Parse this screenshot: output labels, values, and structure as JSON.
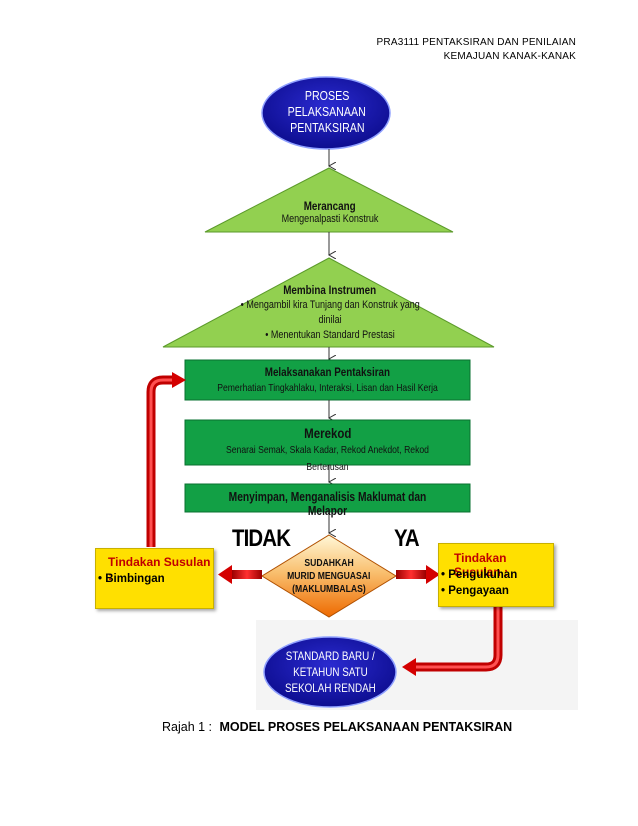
{
  "header": {
    "line1": "PRA3111 PENTAKSIRAN DAN PENILAIAN",
    "line2": "KEMAJUAN KANAK-KANAK"
  },
  "diagram": {
    "start": {
      "line1": "PROSES",
      "line2": "PELAKSANAAN",
      "line3": "PENTAKSIRAN"
    },
    "merancang": {
      "title": "Merancang",
      "sub": "Mengenalpasti Konstruk"
    },
    "membina": {
      "title": "Membina Instrumen",
      "bullet1_line1": "• Mengambil kira Tunjang dan Konstruk yang",
      "bullet1_line2": "dinilai",
      "bullet2": "• Menentukan Standard Prestasi"
    },
    "melaksanakan": {
      "title": "Melaksanakan Pentaksiran",
      "sub": "Pemerhatian Tingkahlaku, Interaksi, Lisan dan Hasil Kerja"
    },
    "merekod": {
      "title": "Merekod",
      "sub": "Senarai Semak, Skala Kadar, Rekod Anekdot, Rekod Berterusan"
    },
    "menyimpan": {
      "title": "Menyimpan, Menganalisis Maklumat dan Melapor"
    },
    "decision": {
      "line1": "SUDAHKAH",
      "line2": "MURID MENGUASAI",
      "line3": "(MAKLUMBALAS)"
    },
    "no_label": "TIDAK",
    "yes_label": "YA",
    "left_box": {
      "title": "Tindakan Susulan :",
      "item1": "• Bimbingan"
    },
    "right_box": {
      "title": "Tindakan Susulan :",
      "item1": "• Pengukuhan",
      "item2": "• Pengayaan"
    },
    "end": {
      "line1": "STANDARD BARU /",
      "line2": "KETAHUN SATU",
      "line3": "SEKOLAH RENDAH"
    }
  },
  "caption": {
    "prefix": "Rajah  1 :",
    "title": "MODEL PROSES PELAKSANAAN PENTAKSIRAN"
  },
  "colors": {
    "oval": "#1212a8",
    "triangle": "#92d050",
    "green_box": "#12a045",
    "diamond_top": "#fff5cc",
    "diamond_bottom": "#f07a10",
    "side_box": "#ffe000",
    "arrow_red": "#d40000"
  }
}
